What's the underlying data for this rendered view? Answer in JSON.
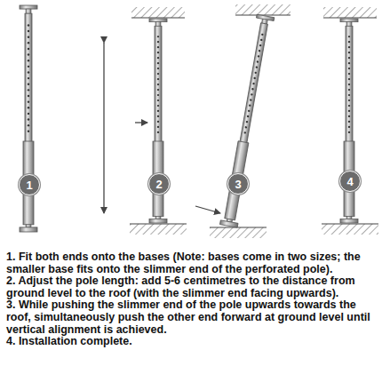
{
  "diagram": {
    "nodes": [
      {
        "text": [
          "1"
        ]
      },
      {
        "text": [
          "2"
        ]
      },
      {
        "text": [
          "3"
        ]
      },
      {
        "text": [
          "4"
        ]
      }
    ],
    "labels": [
      "1. Fit both ends onto the bases (Note: bases come in two sizes; the smaller base fits onto the slimmer end of the perforated pole).",
      "2. Adjust the pole length: add 5-6 centimetres to the distance from ground level to the roof (with the slimmer end facing upwards).",
      "3. While pushing the slimmer end of the pole upwards towards the roof, simultaneously push the other end forward at ground level until vertical alignment is achieved.",
      "4. Installation complete."
    ]
  }
}
